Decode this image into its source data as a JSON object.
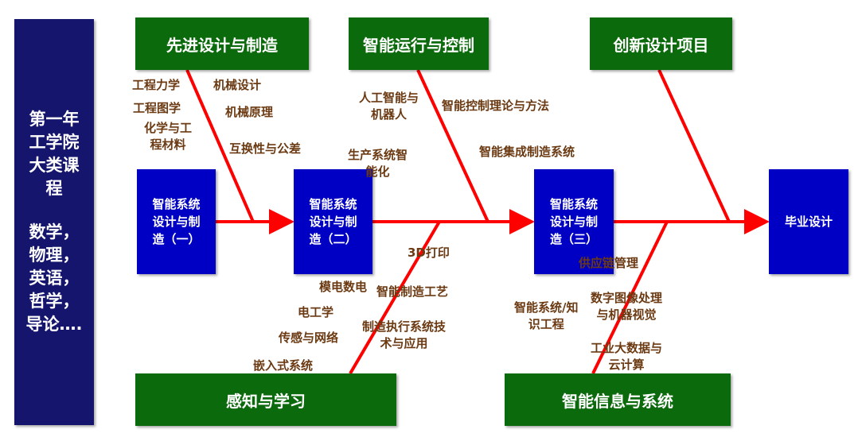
{
  "left_box": {
    "line1": "第一年",
    "line2": "工学院",
    "line3": "大类课",
    "line4": "程",
    "line5": "数学，",
    "line6": "物理，",
    "line7": "英语，",
    "line8": "哲学，",
    "line9": "导论…."
  },
  "top_categories": [
    "先进设计与制造",
    "智能运行与控制",
    "创新设计项目"
  ],
  "bottom_categories": [
    "感知与学习",
    "智能信息与系统"
  ],
  "stages": [
    {
      "l1": "智能系统",
      "l2": "设计与制",
      "l3": "造（一）"
    },
    {
      "l1": "智能系统",
      "l2": "设计与制",
      "l3": "造（二）"
    },
    {
      "l1": "智能系统",
      "l2": "设计与制",
      "l3": "造（三）"
    }
  ],
  "final": "毕业设计",
  "courses": {
    "c1": "工程力学",
    "c2": "机械设计",
    "c3": "工程图学",
    "c4": "机械原理",
    "c5a": "化学与工",
    "c5b": "程材料",
    "c6": "互换性与公差",
    "c7a": "人工智能与",
    "c7b": "机器人",
    "c8": "智能控制理论与方法",
    "c9a": "生产系统智",
    "c9b": "能化",
    "c10": "智能集成制造系统",
    "c11": "3D打印",
    "c12": "模电数电",
    "c13": "智能制造工艺",
    "c14": "电工学",
    "c15": "传感与网络",
    "c16a": "制造执行系统技",
    "c16b": "术与应用",
    "c17": "嵌入式系统",
    "c18": "供应链管理",
    "c19a": "数字图像处理",
    "c19b": "与机器视觉",
    "c20a": "智能系统/知",
    "c20b": "识工程",
    "c21a": "工业大数据与",
    "c21b": "云计算"
  },
  "colors": {
    "line": "#ff0000",
    "green": "#0b6a0b",
    "blue": "#0000c4",
    "navy": "#15156e",
    "text": "#6b3a12"
  }
}
